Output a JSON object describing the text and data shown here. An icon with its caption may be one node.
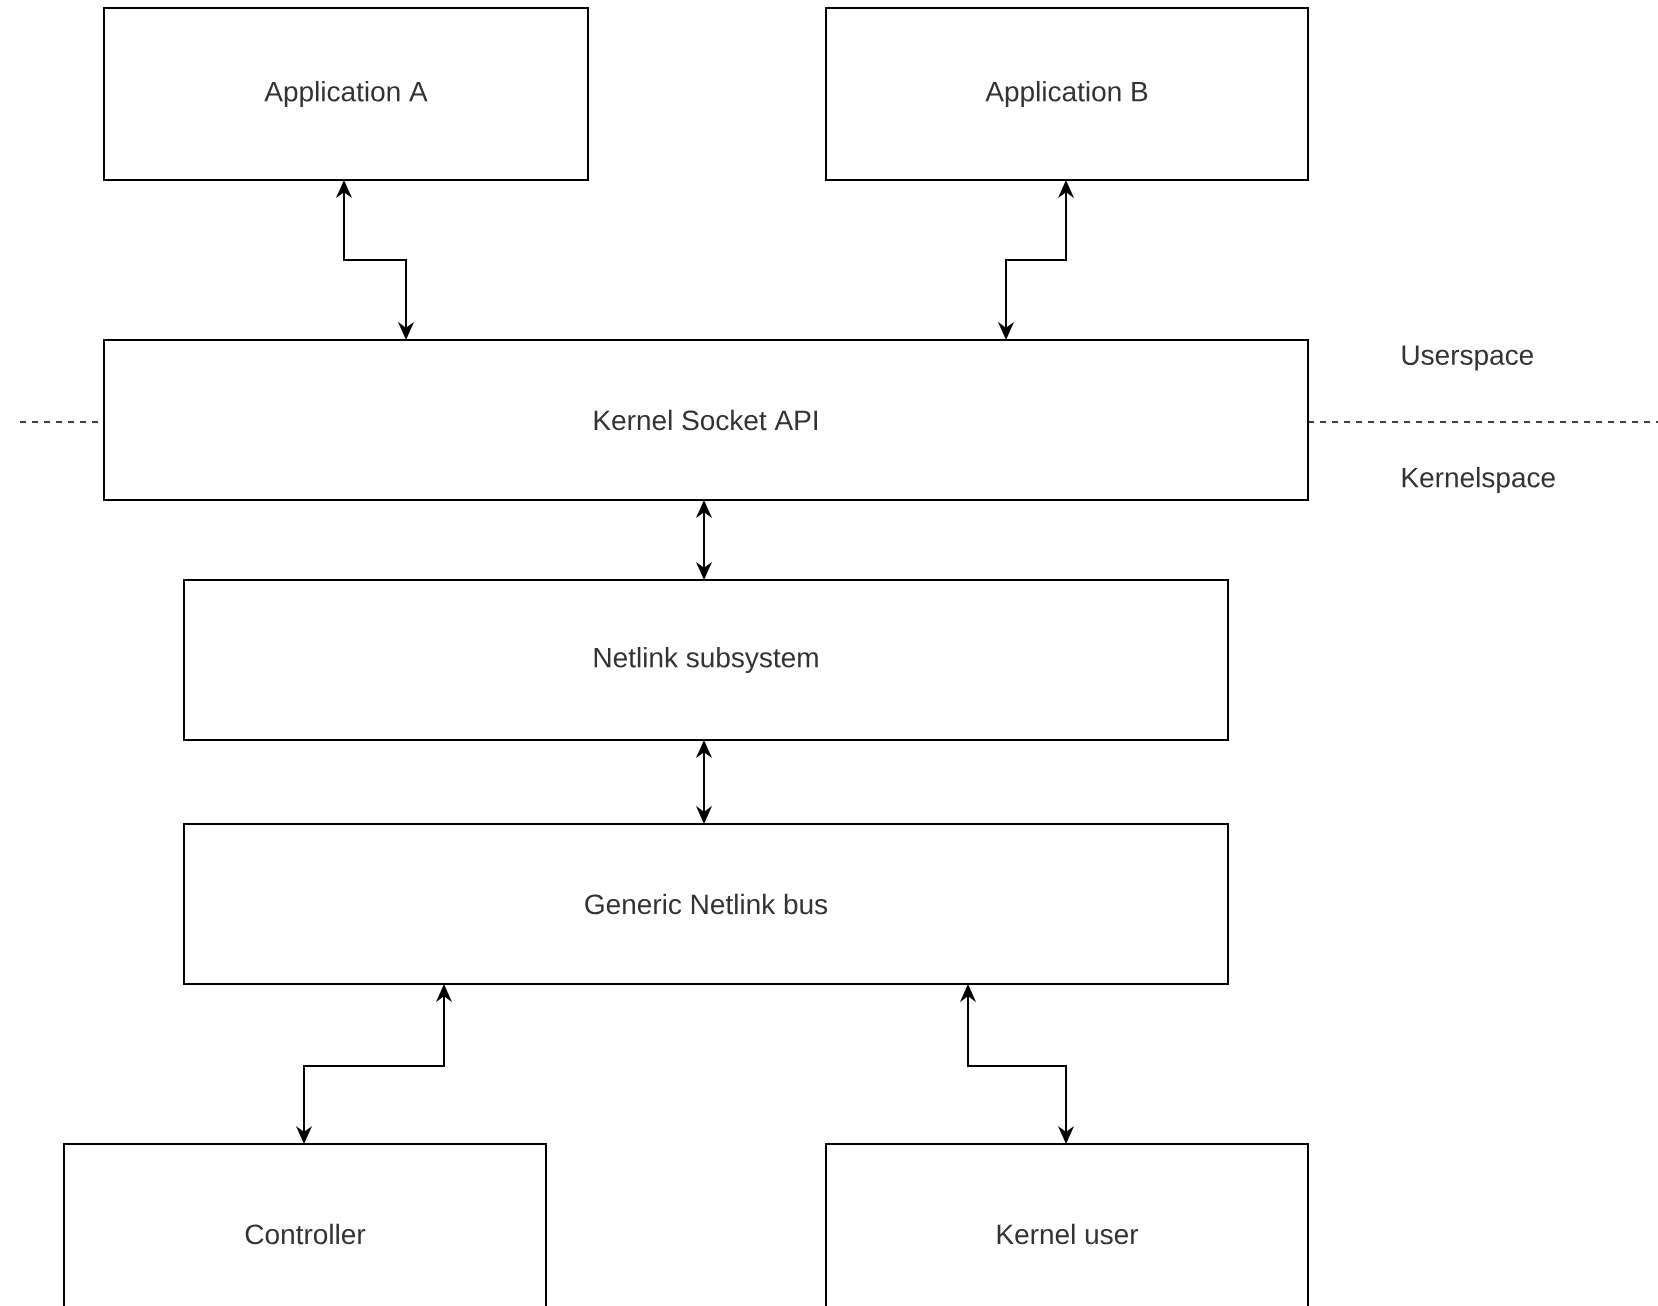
{
  "diagram": {
    "nodes": [
      {
        "text": [
          "Application A"
        ]
      },
      {
        "text": [
          "Application B"
        ]
      },
      {
        "text": [
          "Kernel Socket API"
        ]
      },
      {
        "text": [
          "Netlink subsystem"
        ]
      },
      {
        "text": [
          "Generic Netlink bus"
        ]
      },
      {
        "text": [
          "Controller"
        ]
      },
      {
        "text": [
          "Kernel user"
        ]
      }
    ],
    "edges": [
      {
        "from": 0,
        "to": 2,
        "arrow": "both"
      },
      {
        "from": 1,
        "to": 2,
        "arrow": "both"
      },
      {
        "from": 2,
        "to": 3,
        "arrow": "both"
      },
      {
        "from": 3,
        "to": 4,
        "arrow": "both"
      },
      {
        "from": 4,
        "to": 5,
        "arrow": "both"
      },
      {
        "from": 4,
        "to": 6,
        "arrow": "both"
      }
    ],
    "labels": [
      "Userspace",
      "Kernelspace"
    ]
  }
}
